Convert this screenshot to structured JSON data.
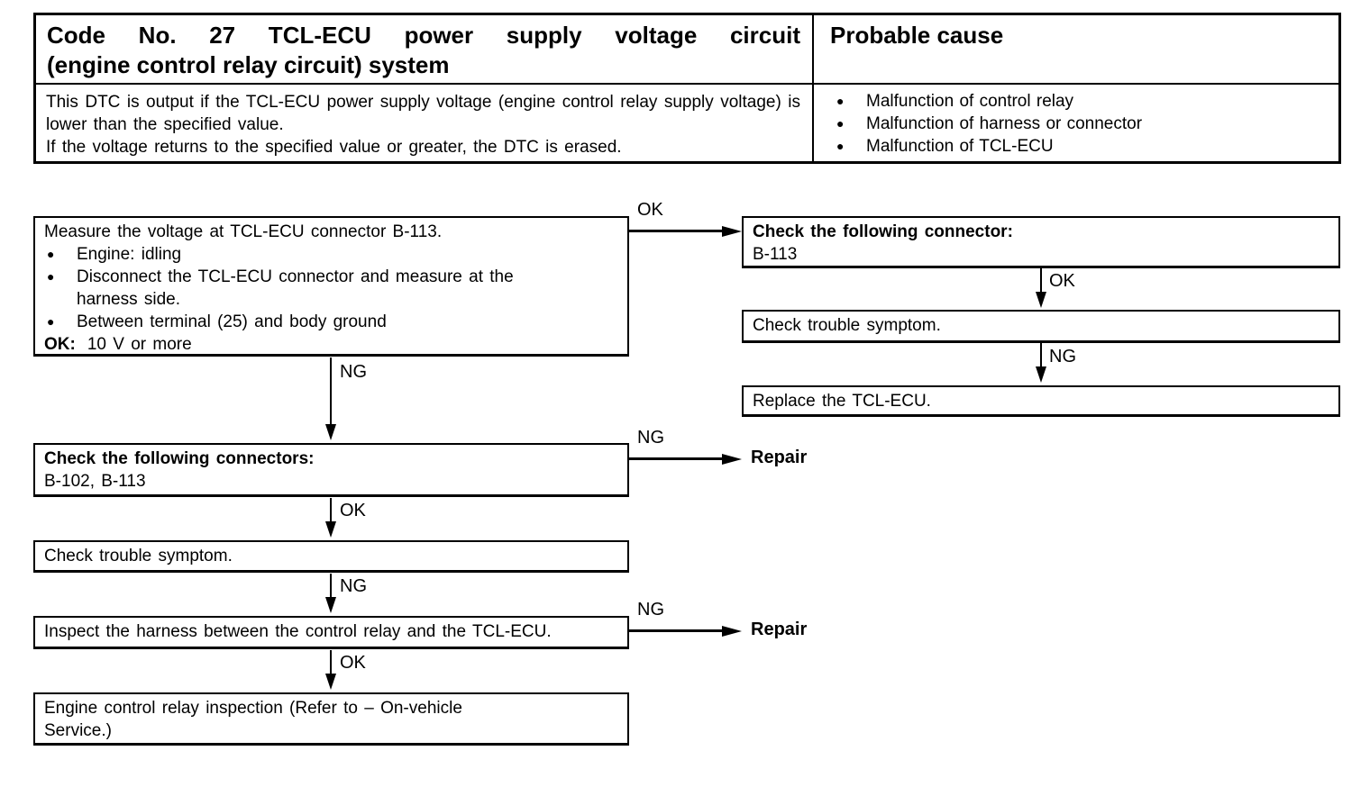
{
  "header_table": {
    "title_line1": "Code No. 27 TCL-ECU power supply voltage circuit",
    "title_line2": "(engine control relay circuit) system",
    "probable_cause_header": "Probable cause",
    "description_line1": "This DTC is output if the TCL-ECU power supply voltage (engine control relay supply voltage) is lower than the specified value.",
    "description_line2": "If the voltage returns to the specified value or greater, the DTC is erased.",
    "causes": [
      "Malfunction of control relay",
      "Malfunction of harness or connector",
      "Malfunction of TCL-ECU"
    ]
  },
  "flowchart": {
    "measure_box": {
      "title": "Measure the voltage at TCL-ECU connector B-113.",
      "bullet1": "Engine: idling",
      "bullet2": "Disconnect the TCL-ECU connector and measure at the\nharness side.",
      "bullet3": "Between terminal (25) and body ground",
      "ok_label": "OK:",
      "ok_value": "10 V or more"
    },
    "check_connector_box": {
      "title": "Check the following connector:",
      "value": "B-113"
    },
    "check_symptom_right_box": "Check trouble symptom.",
    "replace_box": "Replace the TCL-ECU.",
    "check_connectors_box": {
      "title": "Check the following connectors:",
      "value": "B-102, B-113"
    },
    "check_symptom_left_box": "Check trouble symptom.",
    "inspect_harness_box": "Inspect the harness between the control relay and the TCL-ECU.",
    "engine_relay_box": "Engine control relay inspection (Refer to – On-vehicle\nService.)",
    "labels": {
      "ok": "OK",
      "ng": "NG",
      "repair": "Repair"
    }
  },
  "icons": {
    "bullet": "●"
  }
}
